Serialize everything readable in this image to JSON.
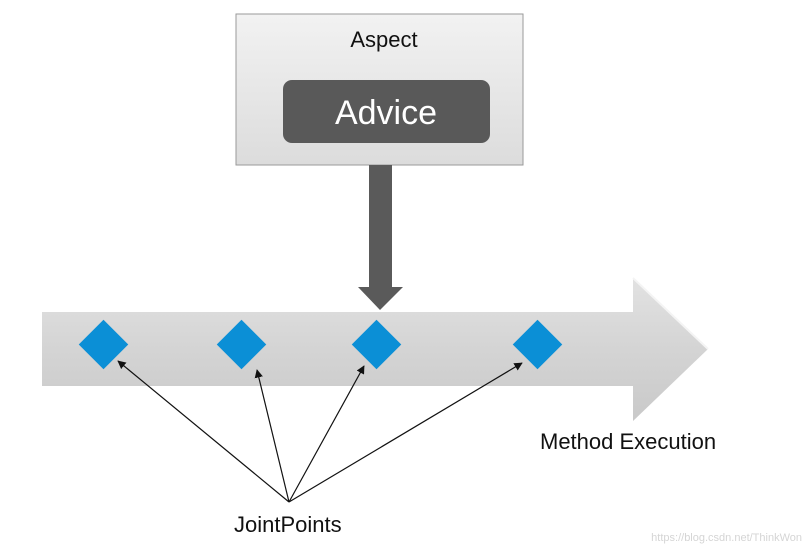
{
  "aspect": {
    "title": "Aspect",
    "advice_label": "Advice"
  },
  "flow": {
    "label": "Method Execution"
  },
  "joinpoints": {
    "label": "JointPoints",
    "count": 4
  },
  "watermark": "https://blog.csdn.net/ThinkWon",
  "colors": {
    "aspect_box": "#e6e6e6",
    "advice_box": "#595959",
    "pointer_arrow": "#5a5a5a",
    "flow_arrow": "#d7d7d7",
    "joinpoint": "#0b8fd6"
  }
}
